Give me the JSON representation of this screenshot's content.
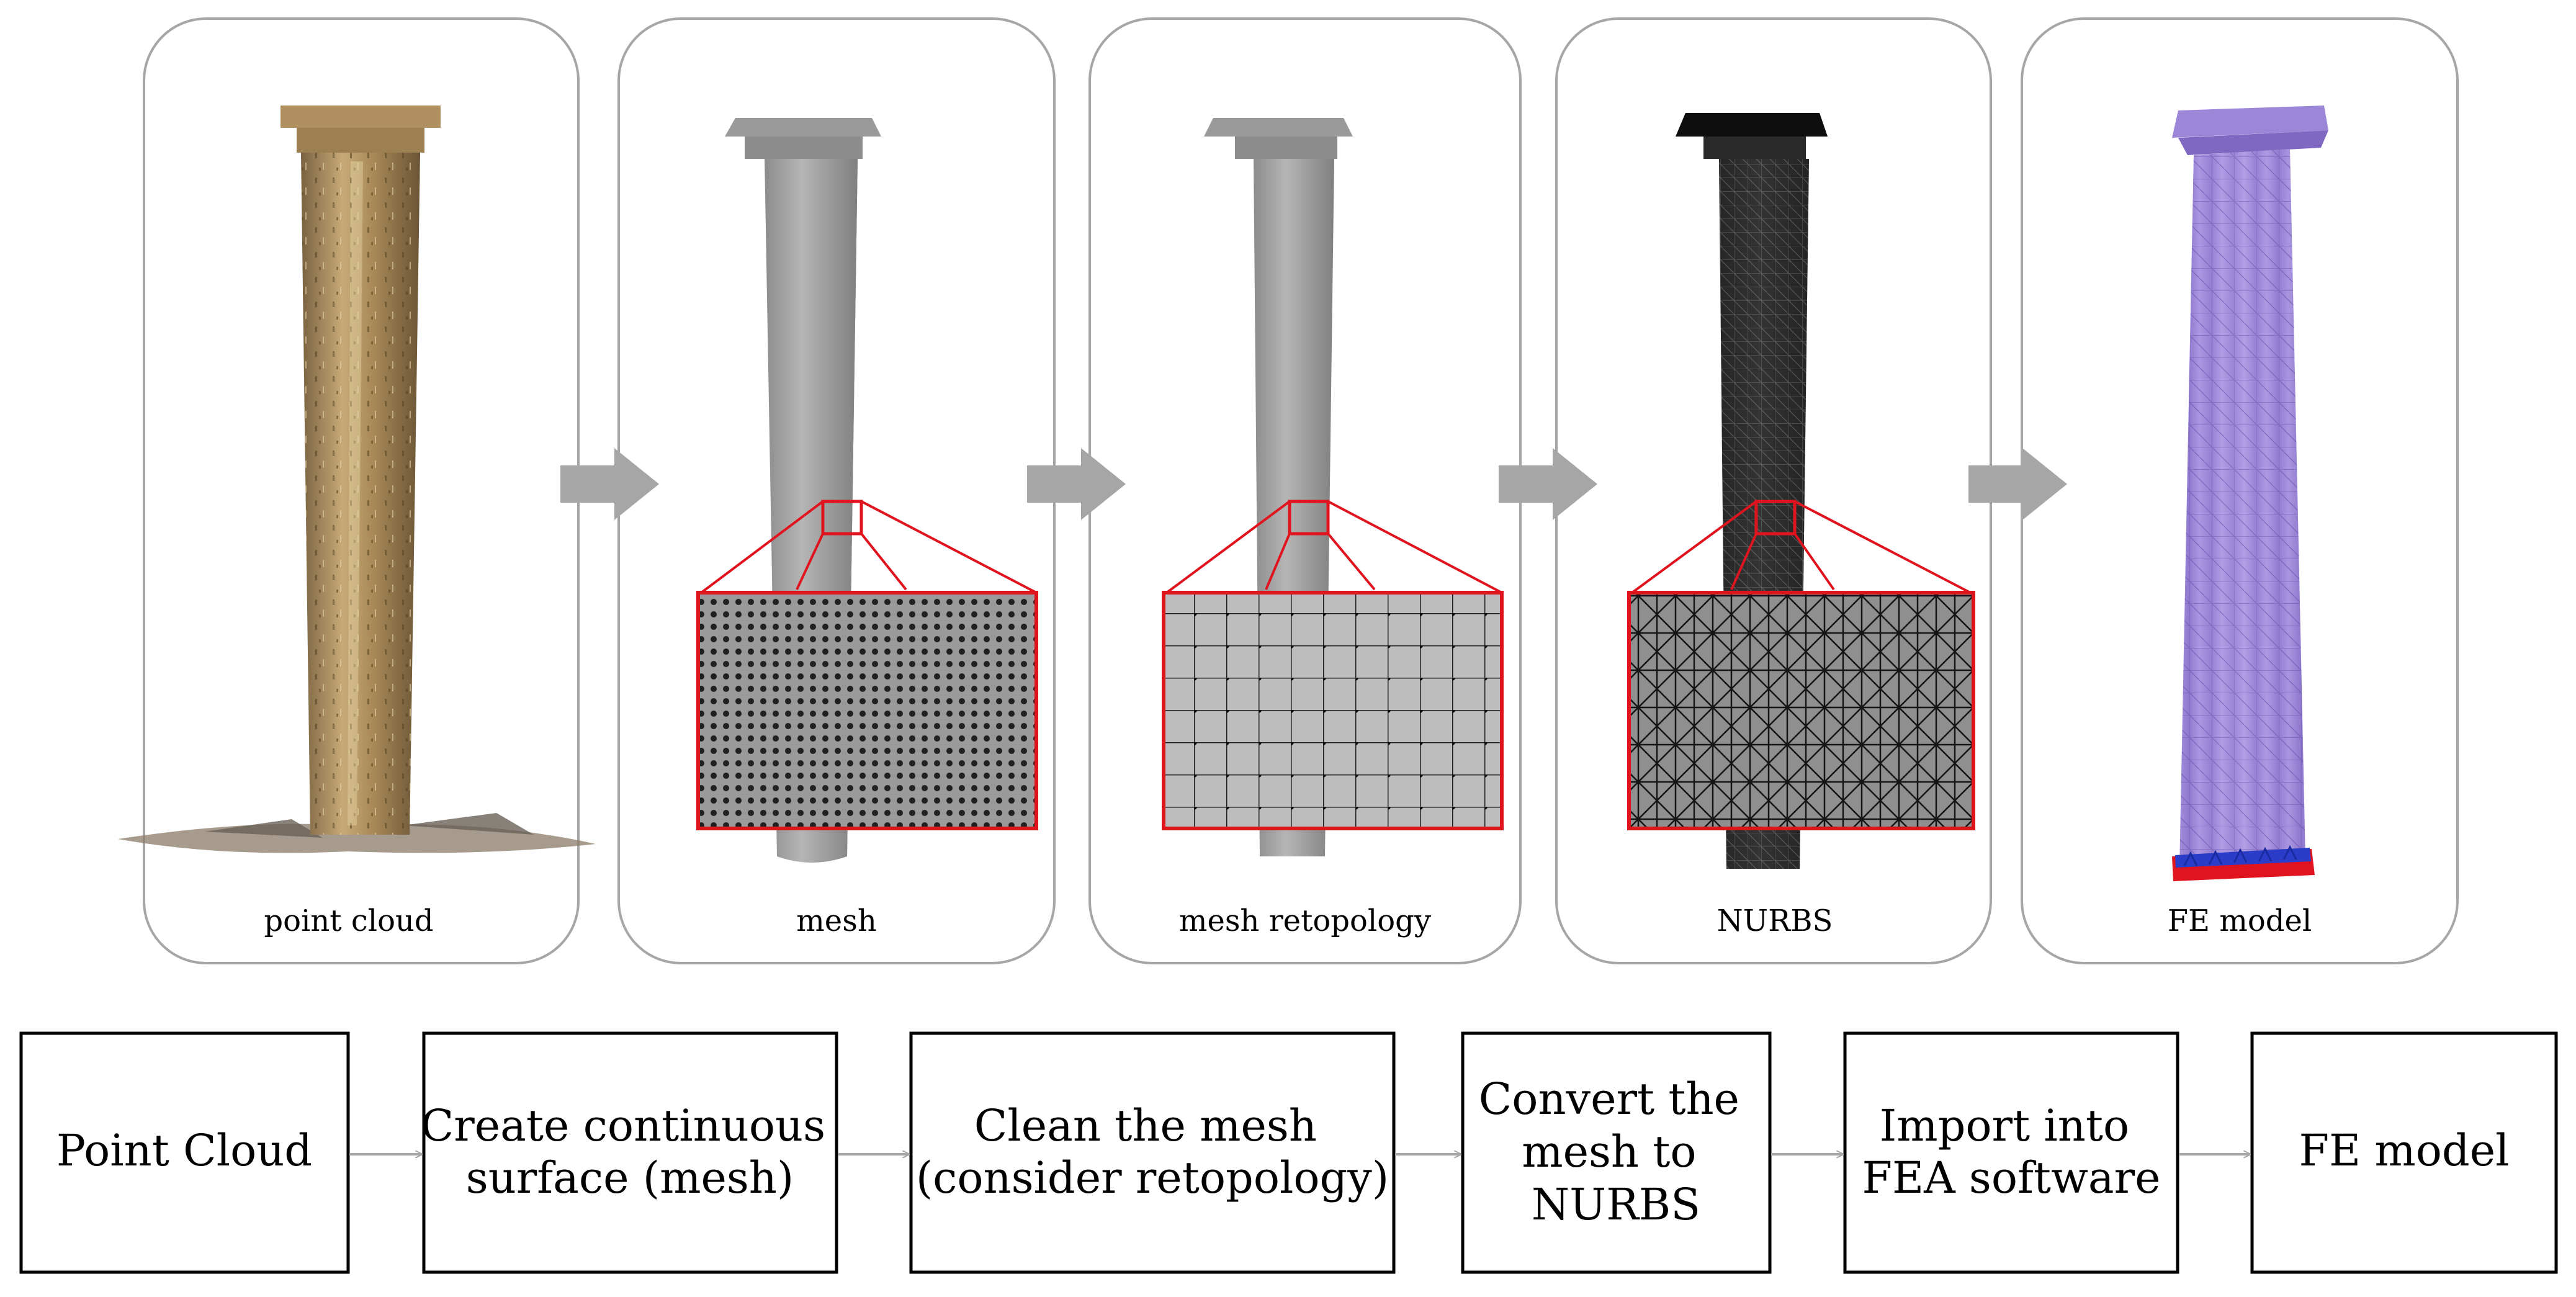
{
  "panels": [
    {
      "name": "point-cloud",
      "label": "point cloud"
    },
    {
      "name": "mesh",
      "label": "mesh"
    },
    {
      "name": "mesh-retopology",
      "label": "mesh retopology"
    },
    {
      "name": "nurbs",
      "label": "NURBS"
    },
    {
      "name": "fe-model",
      "label": "FE model"
    }
  ],
  "steps": [
    {
      "lines": [
        "Point Cloud"
      ]
    },
    {
      "lines": [
        "Create continuous",
        "surface (mesh)"
      ]
    },
    {
      "lines": [
        "Clean the mesh",
        "(consider retopology)"
      ]
    },
    {
      "lines": [
        "Convert the",
        "mesh to",
        "NURBS"
      ]
    },
    {
      "lines": [
        "Import into",
        "FEA software"
      ]
    },
    {
      "lines": [
        "FE model"
      ]
    }
  ],
  "colors": {
    "panel_border": "#a6a6a6",
    "arrow": "#a6a6a6",
    "zoom": "#e0141e",
    "point_cloud": "#a8895a",
    "mesh": "#a3a3a3",
    "nurbs": "#2a2a2a",
    "fe": "#a58fdc"
  }
}
